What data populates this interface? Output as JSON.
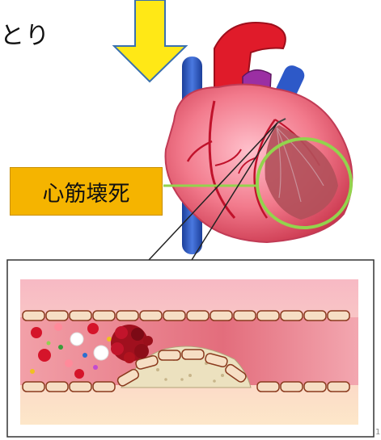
{
  "partial_text": "とり",
  "label": "心筋壊死",
  "page_number": "1",
  "colors": {
    "arrow": "#ffe816",
    "label_bg": "#f5b400",
    "highlight_circle": "#93d34d",
    "heart": "#ee6f82",
    "aorta": "#e01b2a",
    "vena_cava": "#2d59c8"
  }
}
